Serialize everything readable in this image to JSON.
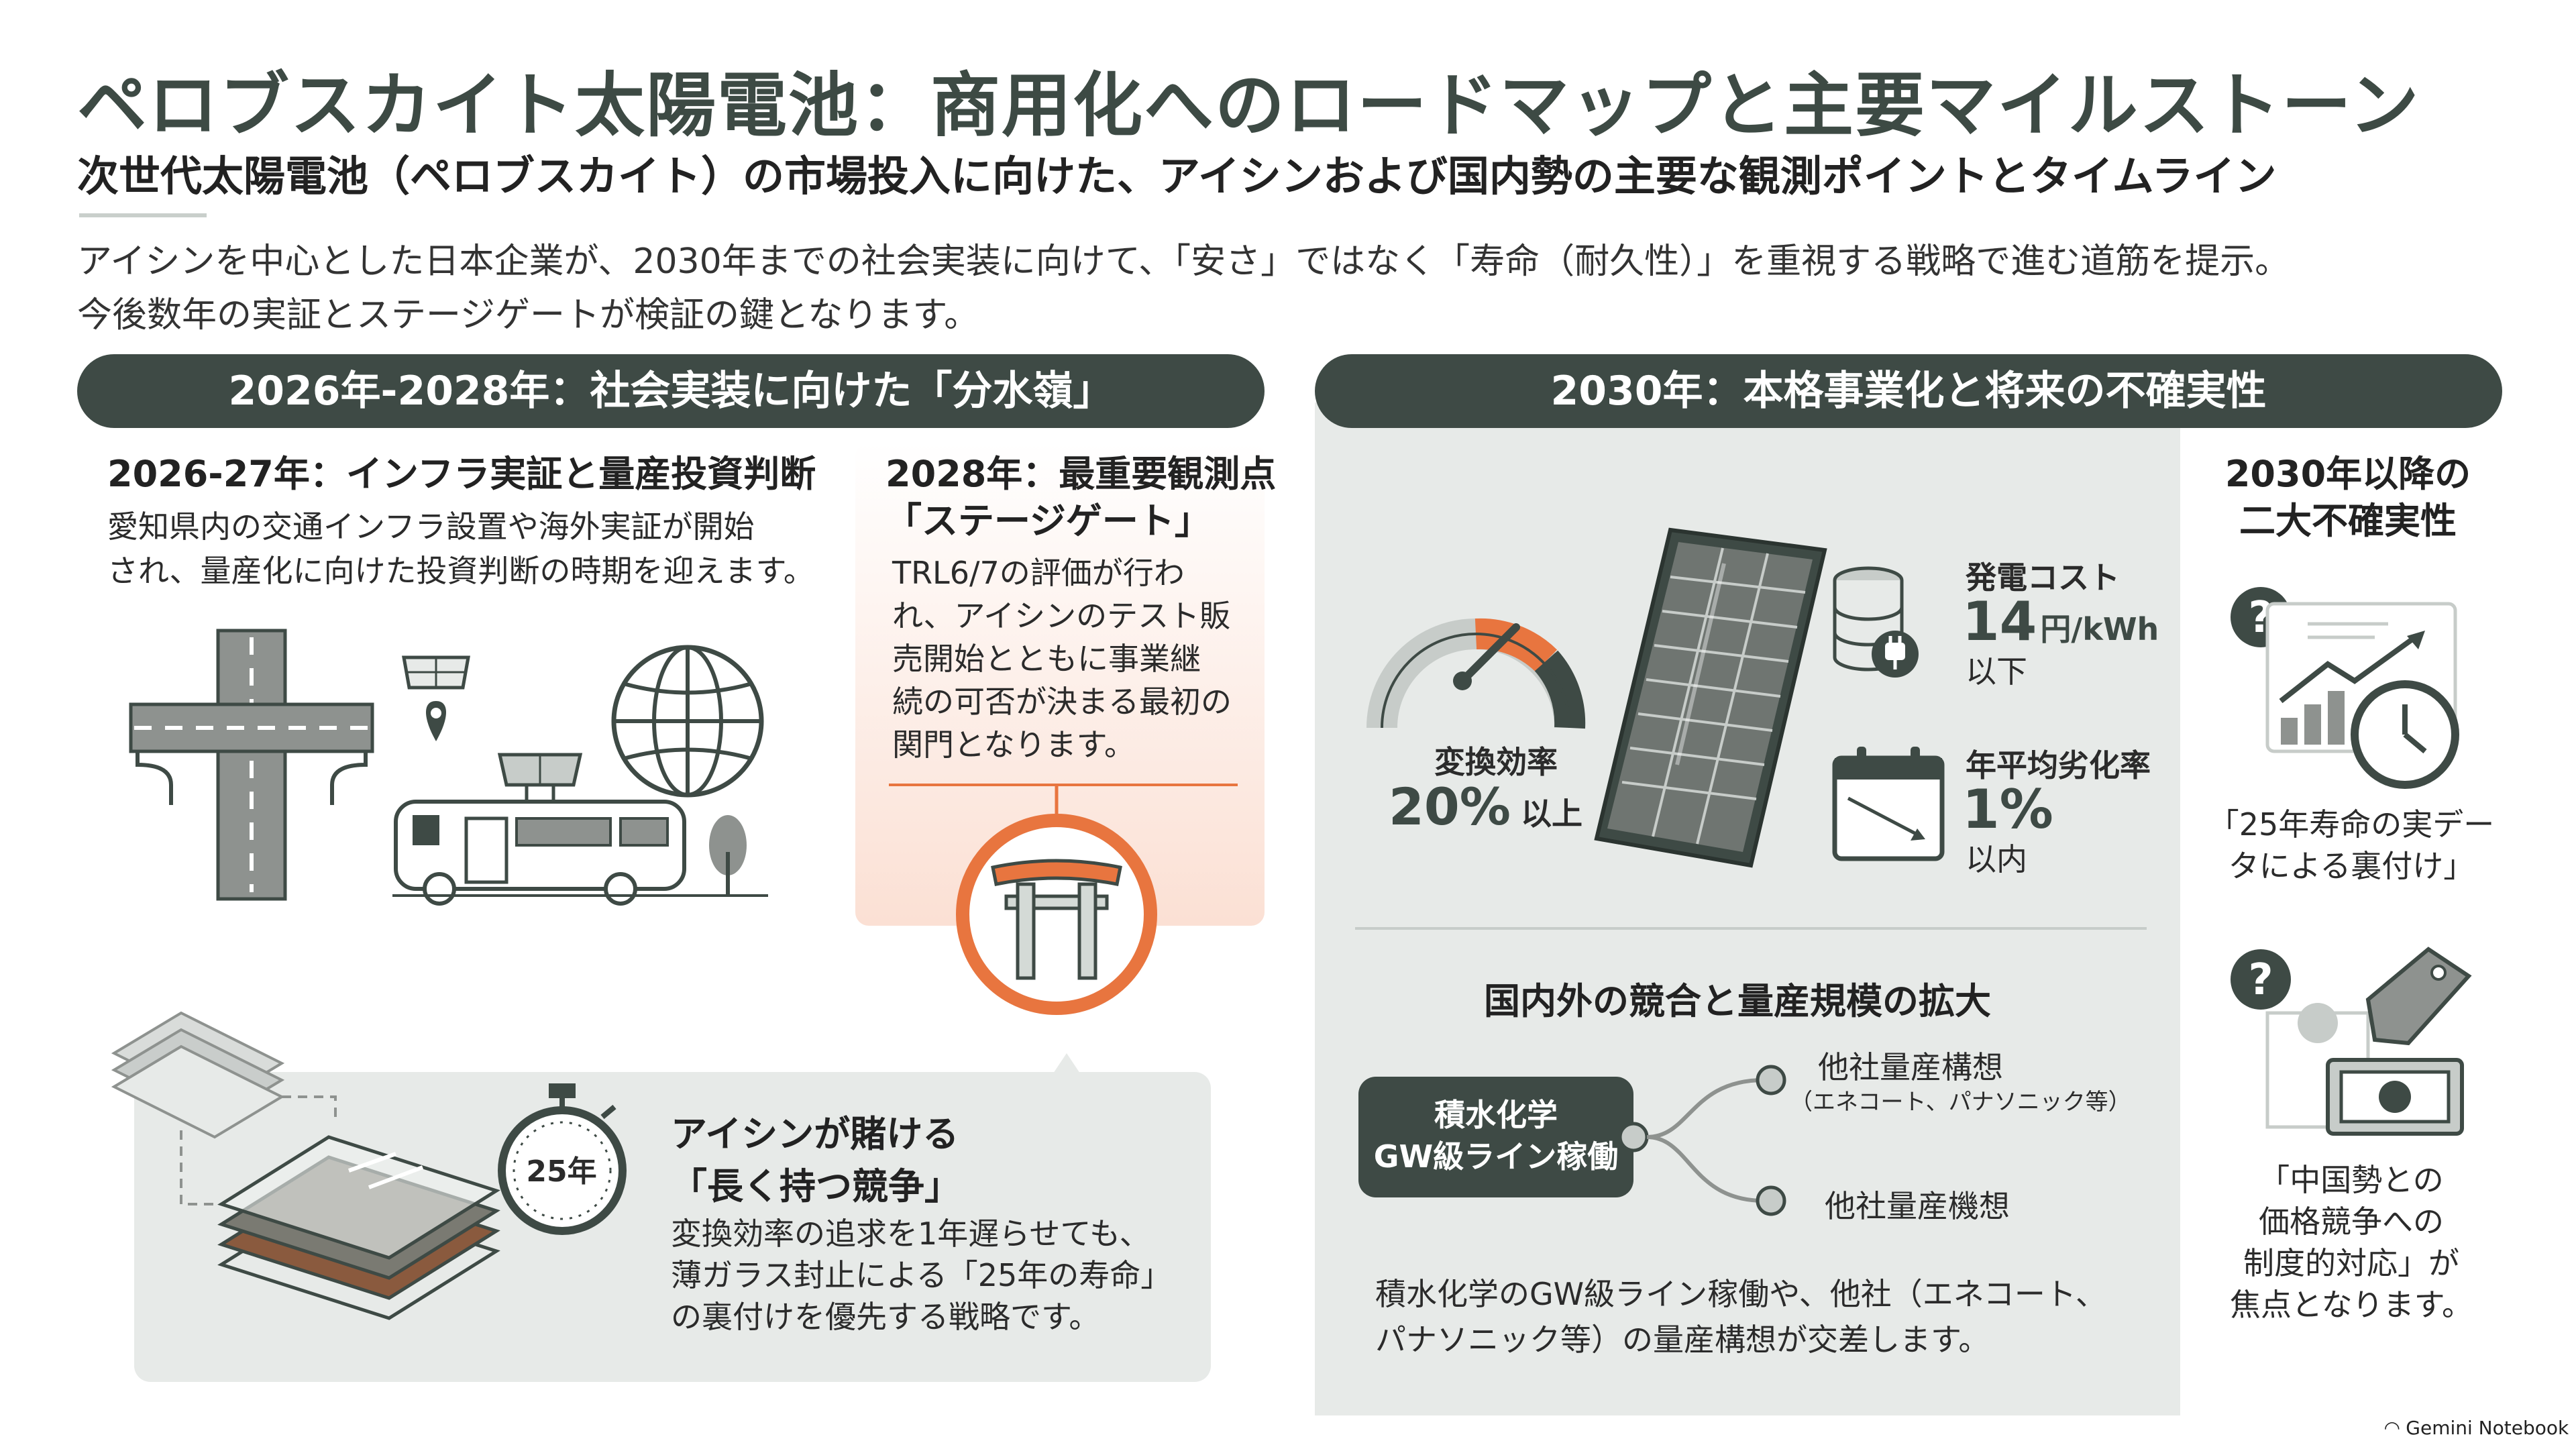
{
  "header": {
    "title": "ペロブスカイト太陽電池：商用化へのロードマップと主要マイルストーン",
    "subtitle": "次世代太陽電池（ペロブスカイト）の市場投入に向けた、アイシンおよび国内勢の主要な観測ポイントとタイムライン",
    "intro_line1": "アイシンを中心とした日本企業が、2030年までの社会実装に向けて、「安さ」ではなく「寿命（耐久性）」を重視する戦略で進む道筋を提示。",
    "intro_line2": "今後数年の実証とステージゲートが検証の鍵となります。"
  },
  "left_section": {
    "banner": "2026年-2028年：社会実装に向けた「分水嶺」",
    "infra": {
      "heading": "2026-27年：インフラ実証と量産投資判断",
      "body_line1": "愛知県内の交通インフラ設置や海外実証が開始",
      "body_line2": "され、量産化に向けた投資判断の時期を迎えます。"
    },
    "stage_gate": {
      "heading_line1": "2028年：最重要観測点",
      "heading_line2": "「ステージゲート」",
      "body_line1": "TRL6/7の評価が行わ",
      "body_line2": "れ、アイシンのテスト販",
      "body_line3": "売開始とともに事業継",
      "body_line4": "続の可否が決まる最初の",
      "body_line5": "関門となります。"
    },
    "aisin": {
      "heading_line1": "アイシンが賭ける",
      "heading_line2": "「長く持つ競争」",
      "body_line1": "変換効率の追求を1年遅らせても、",
      "body_line2": "薄ガラス封止による「25年の寿命」",
      "body_line3": "の裏付けを優先する戦略です。",
      "stopwatch_label": "25年"
    }
  },
  "right_section": {
    "banner": "2030年：本格事業化と将来の不確実性",
    "efficiency": {
      "label": "変換効率",
      "value": "20%",
      "suffix": "以上"
    },
    "cost": {
      "label": "発電コスト",
      "value": "14",
      "unit": "円/kWh",
      "suffix": "以下"
    },
    "degradation": {
      "label": "年平均劣化率",
      "value": "1%",
      "suffix": "以内"
    },
    "competition": {
      "heading": "国内外の競合と量産規模の拡大",
      "node_line1": "積水化学",
      "node_line2": "GW級ライン稼働",
      "branch1_label": "他社量産構想",
      "branch1_sub": "（エネコート、パナソニック等）",
      "branch2_label": "他社量産機想",
      "body_line1": "積水化学のGW級ライン稼働や、他社（エネコート、",
      "body_line2": "パナソニック等）の量産構想が交差します。"
    },
    "uncertainty": {
      "heading_line1": "2030年以降の",
      "heading_line2": "二大不確実性",
      "item1_line1": "「25年寿命の実デー",
      "item1_line2": "タによる裏付け」",
      "item2_line1": "「中国勢との",
      "item2_line2": "価格競争への",
      "item2_line3": "制度的対応」が",
      "item2_line4": "焦点となります。"
    }
  },
  "footer": {
    "brand": "Gemini Notebook"
  },
  "colors": {
    "dark": "#3e4a45",
    "accent": "#e8753f",
    "panel": "#e7eae8",
    "peach": "#fbe0d4"
  },
  "icons": [
    "highway-icon",
    "solar-map-pin-icon",
    "globe-icon",
    "solar-bus-icon",
    "tree-icon",
    "torii-gate-icon",
    "panel-layers-icon",
    "stopwatch-icon",
    "gauge-icon",
    "solar-panel-icon",
    "coin-stack-plug-icon",
    "calendar-decline-icon",
    "question-chart-clock-icon",
    "question-price-tag-icon"
  ]
}
